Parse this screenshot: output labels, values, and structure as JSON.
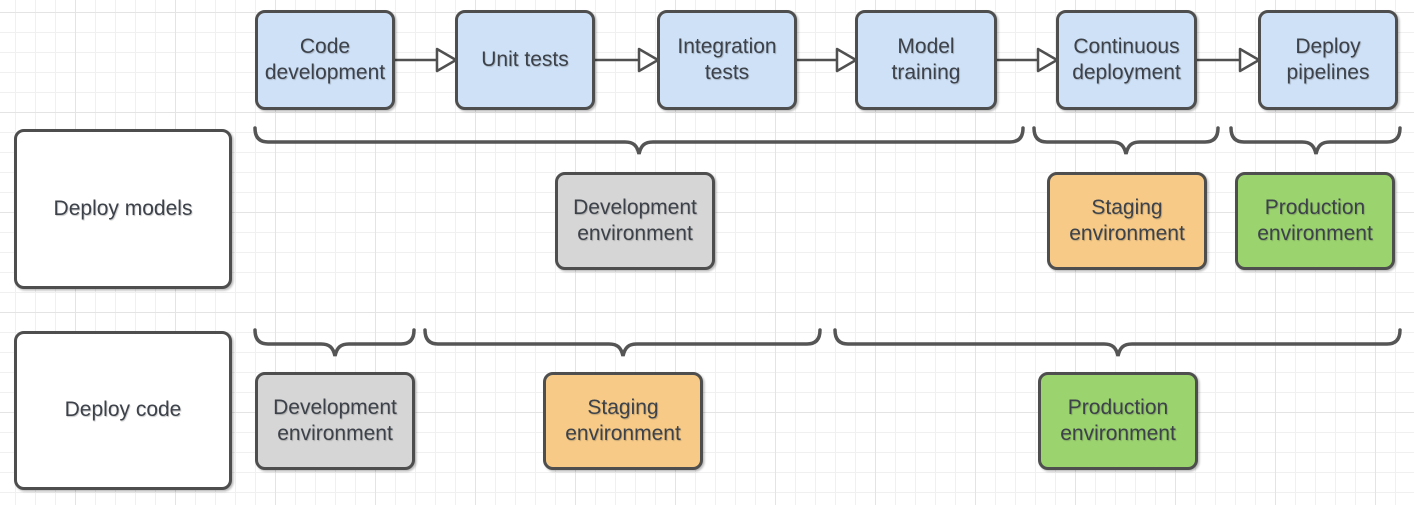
{
  "colors": {
    "blue": "#cee1f7",
    "gray": "#d6d6d6",
    "orange": "#f7cb87",
    "green": "#9bd36e",
    "white": "#ffffff",
    "stroke": "#4e4e4e",
    "text": "#3d424a"
  },
  "stages": [
    {
      "label": "Code development"
    },
    {
      "label": "Unit tests"
    },
    {
      "label": "Integration tests"
    },
    {
      "label": "Model training"
    },
    {
      "label": "Continuous deployment"
    },
    {
      "label": "Deploy pipelines"
    }
  ],
  "lanes": [
    {
      "name": "Deploy models",
      "environments": [
        {
          "label": "Development environment",
          "color": "gray"
        },
        {
          "label": "Staging environment",
          "color": "orange"
        },
        {
          "label": "Production environment",
          "color": "green"
        }
      ]
    },
    {
      "name": "Deploy code",
      "environments": [
        {
          "label": "Development environment",
          "color": "gray"
        },
        {
          "label": "Staging environment",
          "color": "orange"
        },
        {
          "label": "Production environment",
          "color": "green"
        }
      ]
    }
  ]
}
